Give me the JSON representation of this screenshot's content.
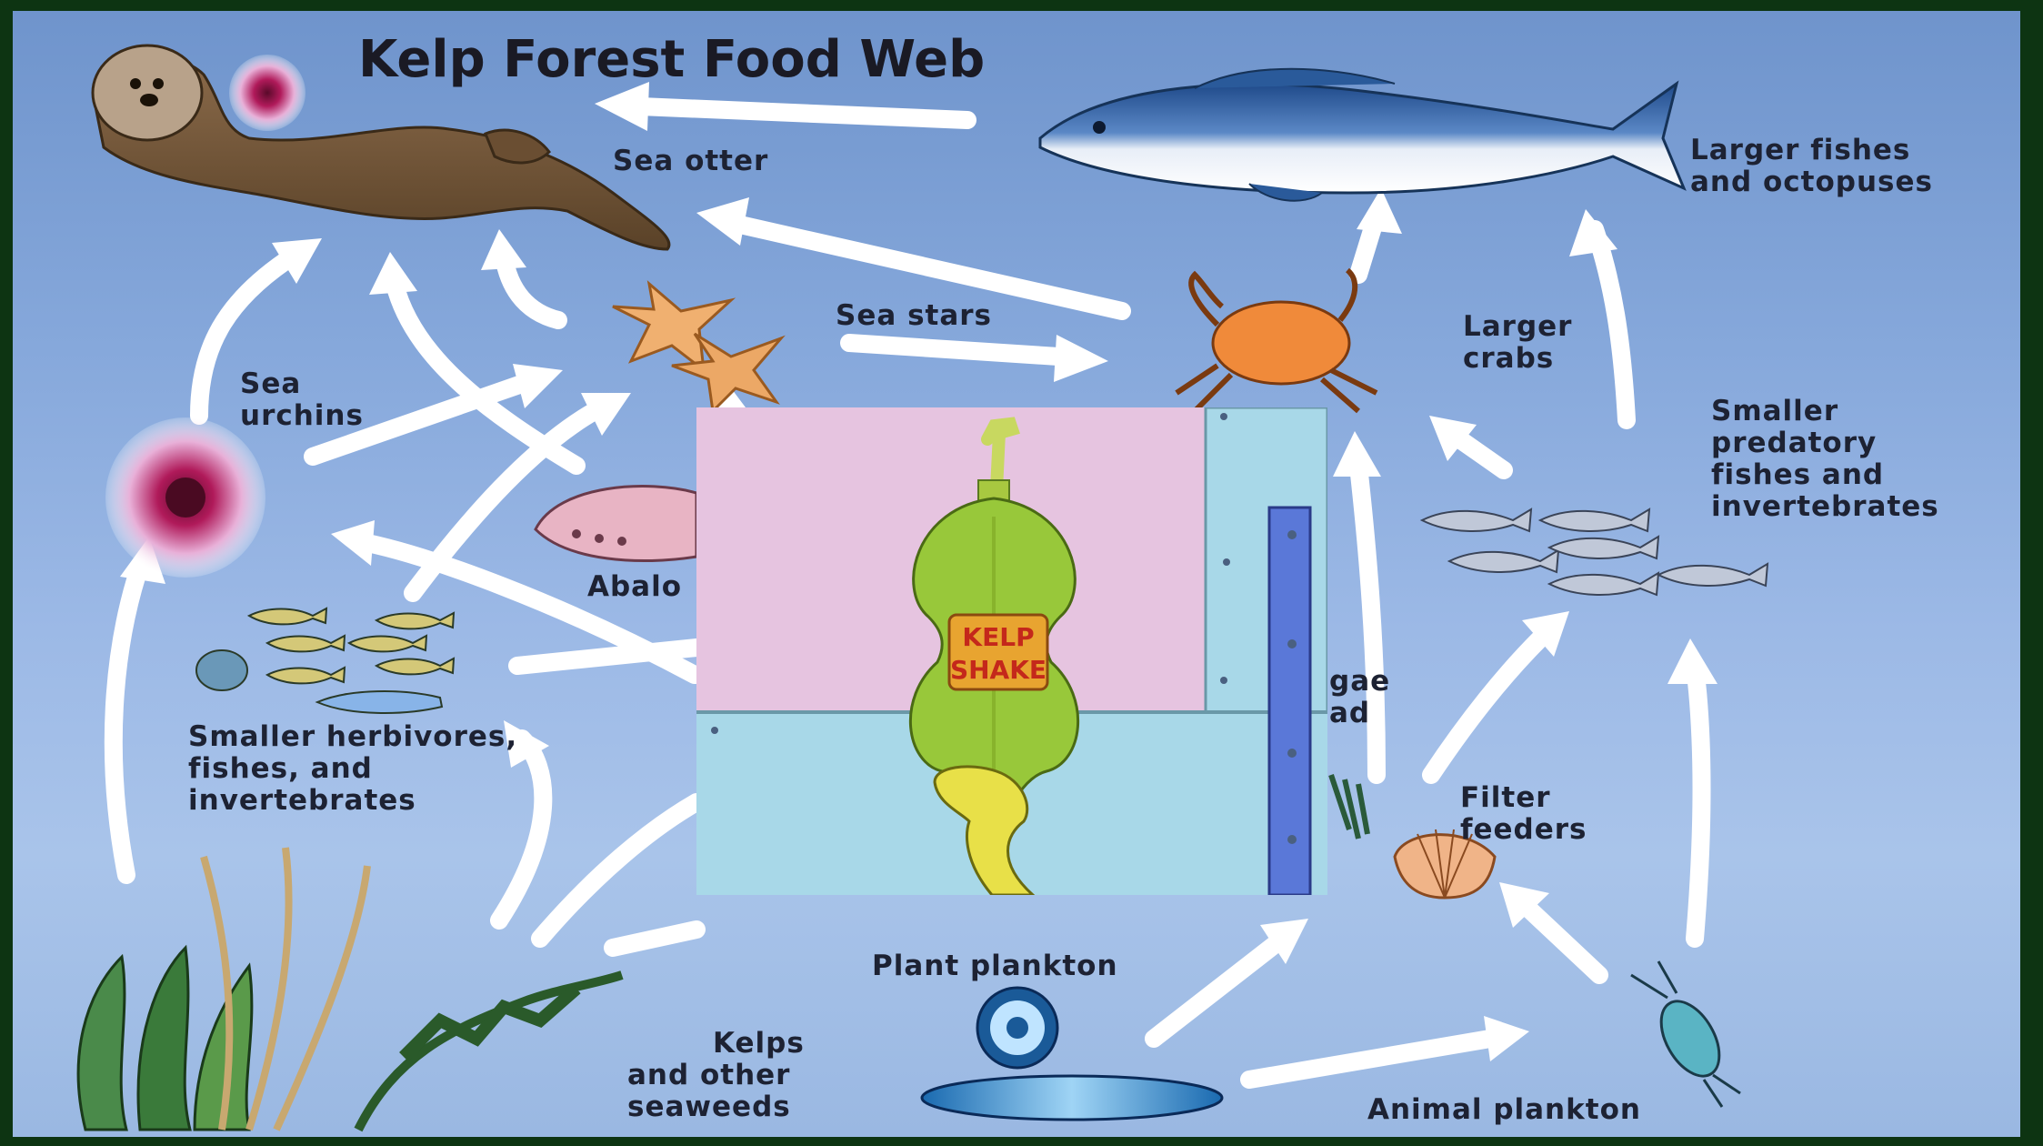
{
  "title": "Kelp Forest Food Web",
  "labels": {
    "sea_otter": "Sea otter",
    "larger_fishes_1": "Larger fishes",
    "larger_fishes_2": "and octopuses",
    "sea_stars": "Sea stars",
    "larger_crabs_1": "Larger",
    "larger_crabs_2": "crabs",
    "sea_urchins_1": "Sea",
    "sea_urchins_2": "urchins",
    "smaller_predatory_1": "Smaller",
    "smaller_predatory_2": "predatory",
    "smaller_predatory_3": "fishes and",
    "smaller_predatory_4": "invertebrates",
    "abalone_partial": "Abalo",
    "algae_partial_1": "gae",
    "algae_partial_2": "ad",
    "smaller_herbivores_1": "Smaller herbivores,",
    "smaller_herbivores_2": "fishes, and",
    "smaller_herbivores_3": "invertebrates",
    "filter_feeders_1": "Filter",
    "filter_feeders_2": "feeders",
    "plant_plankton": "Plant plankton",
    "kelps_1": "Kelps",
    "kelps_2": "and other",
    "kelps_3": "seaweeds",
    "animal_plankton": "Animal plankton"
  },
  "overlay": {
    "bottle_text_1": "KELP",
    "bottle_text_2": "SHAKE"
  },
  "colors": {
    "background_top": "#6f94cc",
    "background_bottom": "#a9c4ea",
    "frame": "#0d3412",
    "arrow": "#ffffff",
    "label_text": "#1d2233"
  }
}
